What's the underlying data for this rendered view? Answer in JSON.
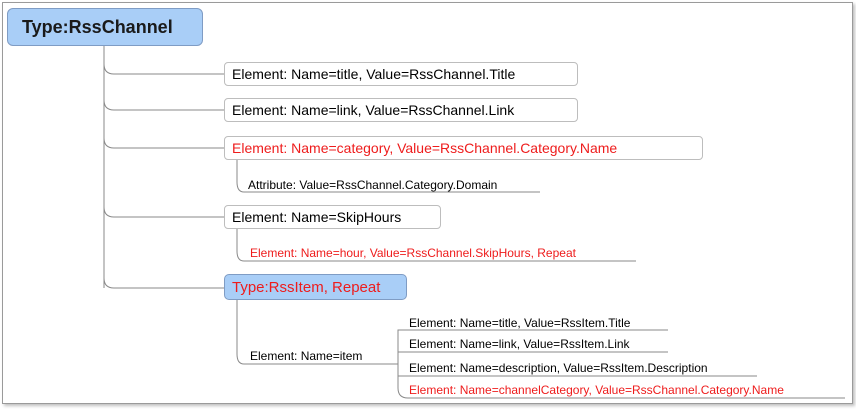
{
  "diagram": {
    "root": {
      "label": "Type:RssChannel"
    },
    "elements": [
      {
        "label": "Element: Name=title, Value=RssChannel.Title",
        "color": "#000000"
      },
      {
        "label": "Element: Name=link, Value=RssChannel.Link",
        "color": "#000000"
      },
      {
        "label": "Element: Name=category, Value=RssChannel.Category.Name",
        "color": "#ee1c1c"
      },
      {
        "label": "Attribute: Value=RssChannel.Category.Domain",
        "color": "#000000"
      },
      {
        "label": "Element: Name=SkipHours",
        "color": "#000000"
      },
      {
        "label": "Element: Name=hour, Value=RssChannel.SkipHours, Repeat",
        "color": "#ee1c1c"
      }
    ],
    "rss_item": {
      "type_label": "Type:RssItem, Repeat",
      "item_label": "Element: Name=item",
      "children": [
        {
          "label": "Element: Name=title, Value=RssItem.Title",
          "color": "#000000"
        },
        {
          "label": "Element: Name=link, Value=RssItem.Link",
          "color": "#000000"
        },
        {
          "label": "Element: Name=description, Value=RssItem.Description",
          "color": "#000000"
        },
        {
          "label": "Element: Name=channelCategory, Value=RssChannel.Category.Name",
          "color": "#ee1c1c"
        }
      ]
    }
  },
  "colors": {
    "node_fill": "#a9cef7",
    "highlight_text": "#ee1c1c",
    "connector": "#8a8a8a"
  }
}
